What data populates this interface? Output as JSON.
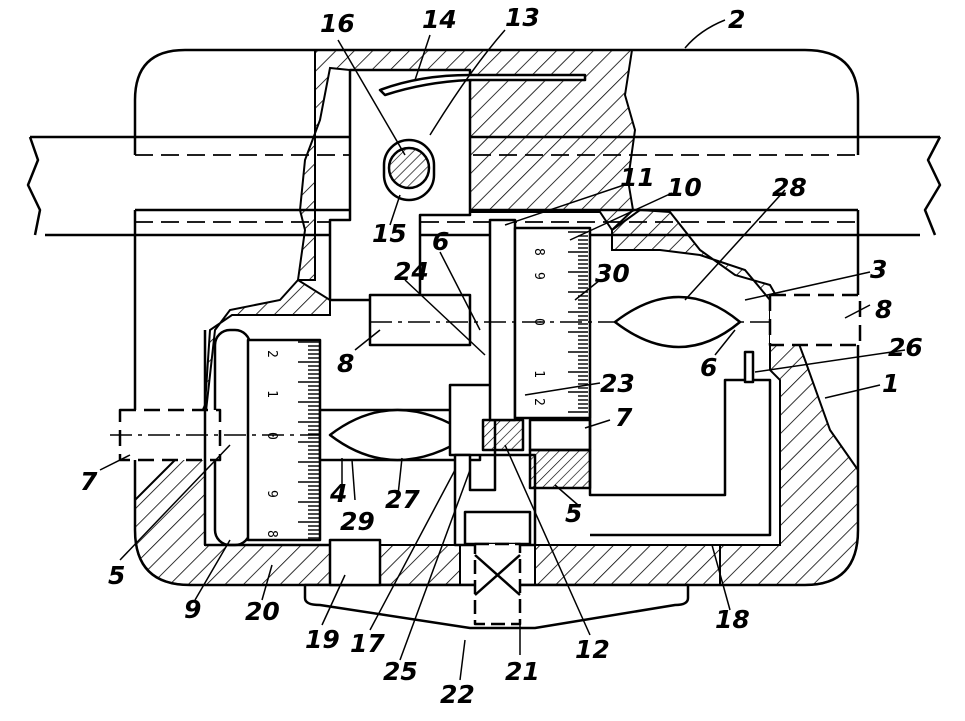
{
  "figure": {
    "reference_numerals": {
      "n1": "1",
      "n2": "2",
      "n3": "3",
      "n4": "4",
      "n5_left": "5",
      "n5_center": "5",
      "n6_upper": "6",
      "n6_lower": "6",
      "n7_left": "7",
      "n7_right": "7",
      "n8_left": "8",
      "n8_right": "8",
      "n9": "9",
      "n10": "10",
      "n11": "11",
      "n12": "12",
      "n13": "13",
      "n14": "14",
      "n15": "15",
      "n16": "16",
      "n17": "17",
      "n18": "18",
      "n19": "19",
      "n20": "20",
      "n21": "21",
      "n22": "22",
      "n23": "23",
      "n24": "24",
      "n25": "25",
      "n26": "26",
      "n27": "27",
      "n28": "28",
      "n29": "29",
      "n30": "30"
    },
    "left_dial_scale": [
      "2",
      "1",
      "0",
      "9",
      "8"
    ],
    "right_scale": [
      "8",
      "9",
      "0",
      "1",
      "2"
    ]
  }
}
